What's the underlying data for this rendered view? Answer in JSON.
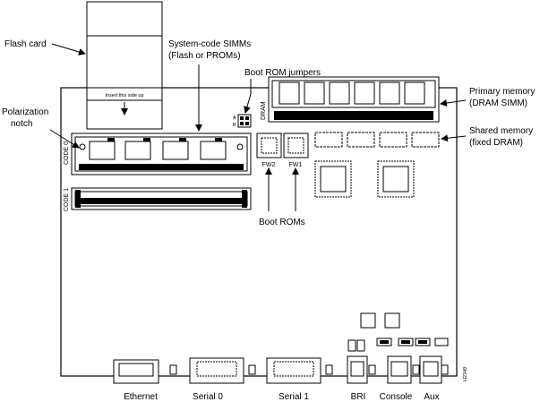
{
  "callouts": {
    "flash_card": "Flash card",
    "system_code_simms": [
      "System-code SIMMs",
      "(Flash or PROMs)"
    ],
    "boot_rom_jumpers": "Boot ROM jumpers",
    "primary_memory": [
      "Primary memory",
      "(DRAM SIMM)"
    ],
    "polarization_notch": [
      "Polarization",
      "notch"
    ],
    "shared_memory": [
      "Shared memory",
      "(fixed DRAM)"
    ],
    "boot_roms": "Boot ROMs"
  },
  "silkscreen": {
    "insert_side_up": "Insert this side up",
    "code0": "CODE 0",
    "code1": "CODE 1",
    "dram": "DRAM",
    "jumper_a": "A",
    "jumper_b": "B",
    "fw2": "FW2",
    "fw1": "FW1",
    "figure_id": "H2349"
  },
  "ports": {
    "ethernet": "Ethernet",
    "serial0": "Serial 0",
    "serial1": "Serial 1",
    "bri": "BRI",
    "console": "Console",
    "aux": "Aux"
  }
}
